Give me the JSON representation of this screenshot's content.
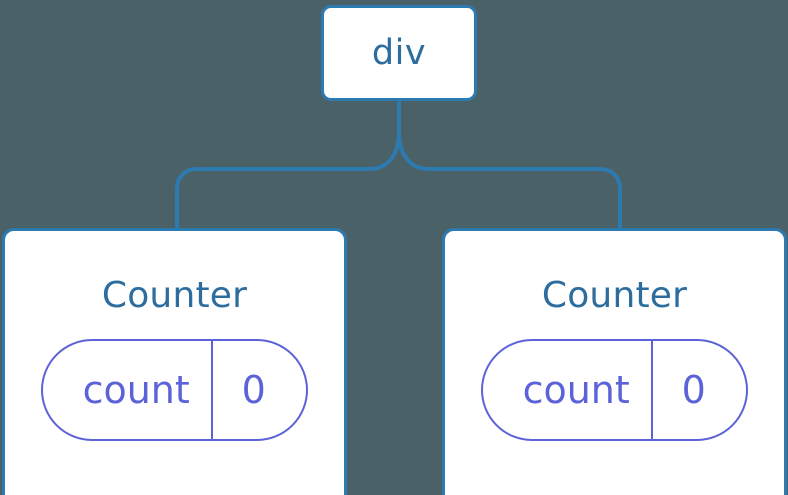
{
  "diagram": {
    "type": "component-tree",
    "background_color": "#4a6168",
    "node_border_color": "#2d7ab0",
    "node_text_color": "#2d6d9e",
    "state_accent_color": "#5c63d8",
    "connector_color": "#2d7ab0",
    "root": {
      "label": "div",
      "kind": "html-element"
    },
    "children": [
      {
        "label": "Counter",
        "kind": "component",
        "state": {
          "key": "count",
          "value": "0"
        }
      },
      {
        "label": "Counter",
        "kind": "component",
        "state": {
          "key": "count",
          "value": "0"
        }
      }
    ]
  }
}
